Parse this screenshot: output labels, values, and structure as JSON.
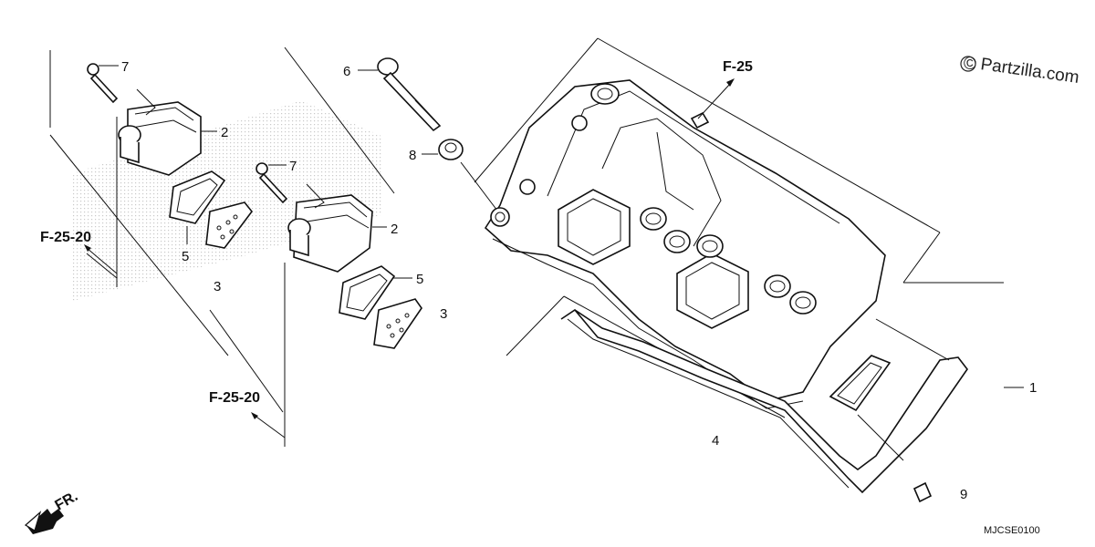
{
  "watermark": {
    "text": "Partzilla.com",
    "symbol": "©"
  },
  "diagram_code": "MJCSE0100",
  "front_indicator": "FR.",
  "references": {
    "top": "F-25",
    "left": "F-25-20",
    "middle": "F-25-20"
  },
  "callouts": {
    "cylinder_head_cover": "1",
    "coil_left": "2",
    "coil_right": "2",
    "cover_left": "3",
    "cover_right": "3",
    "gasket": "4",
    "seal_left": "5",
    "seal_right": "5",
    "bolt_long": "6",
    "bolt_left": "7",
    "bolt_right": "7",
    "washer": "8",
    "grommet": "9"
  }
}
